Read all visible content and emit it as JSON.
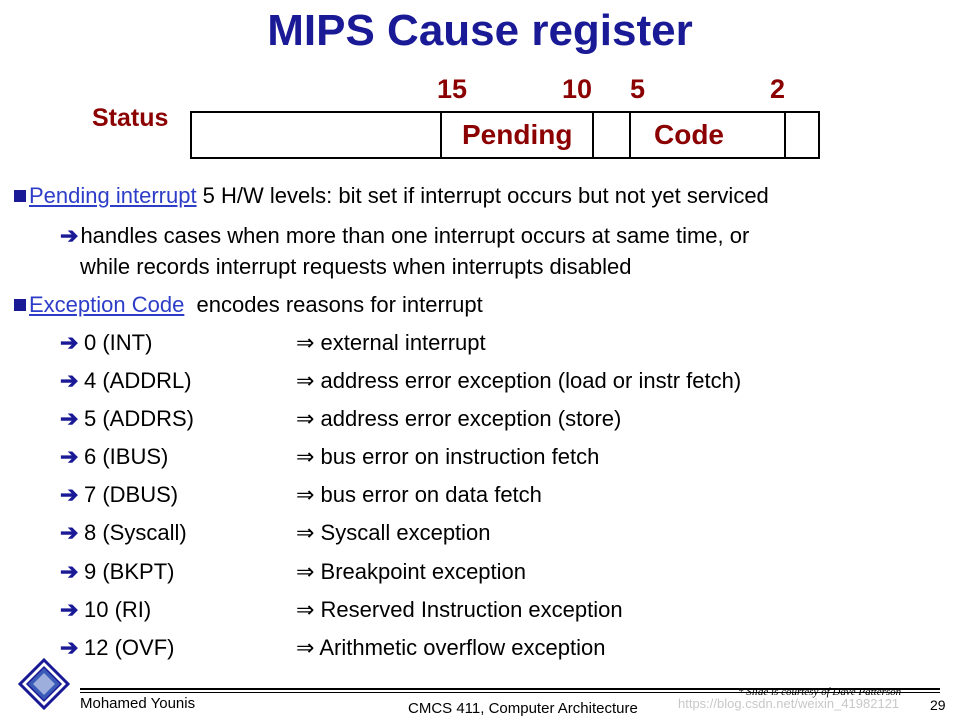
{
  "title": "MIPS Cause register",
  "register": {
    "bit_labels": [
      "15",
      "10",
      "5",
      "2"
    ],
    "status_label": "Status",
    "pending_label": "Pending",
    "code_label": "Code"
  },
  "bullets": [
    {
      "link": "Pending interrupt",
      "text": " 5 H/W levels: bit set if interrupt occurs but not yet serviced",
      "sub_line1": "handles cases when more than one interrupt occurs at same time, or",
      "sub_line2": "while records interrupt requests when interrupts disabled"
    },
    {
      "link": "Exception Code",
      "text": "  encodes reasons for interrupt"
    }
  ],
  "codes": [
    {
      "code": "0  (INT)",
      "desc": "⇒ external interrupt"
    },
    {
      "code": "4  (ADDRL)",
      "desc": "⇒ address error exception (load or instr fetch)"
    },
    {
      "code": "5  (ADDRS)",
      "desc": "⇒ address error exception (store)"
    },
    {
      "code": "6  (IBUS)",
      "desc": "⇒ bus error on instruction fetch"
    },
    {
      "code": "7  (DBUS)",
      "desc": "⇒ bus error on data fetch"
    },
    {
      "code": "8  (Syscall)",
      "desc": "⇒ Syscall exception"
    },
    {
      "code": "9  (BKPT)",
      "desc": "⇒ Breakpoint exception"
    },
    {
      "code": "10  (RI)",
      "desc": "⇒ Reserved Instruction exception"
    },
    {
      "code": "12 (OVF)",
      "desc": "⇒ Arithmetic overflow exception"
    }
  ],
  "footer": {
    "author": "Mohamed Younis",
    "course": "CMCS 411, Computer Architecture",
    "note": "* Slide is courtesy of Dave Patterson",
    "page": "29",
    "watermark": "https://blog.csdn.net/weixin_41982121"
  },
  "colors": {
    "title": "#1a1a96",
    "field": "#8b0000",
    "link": "#2d3dc8"
  }
}
